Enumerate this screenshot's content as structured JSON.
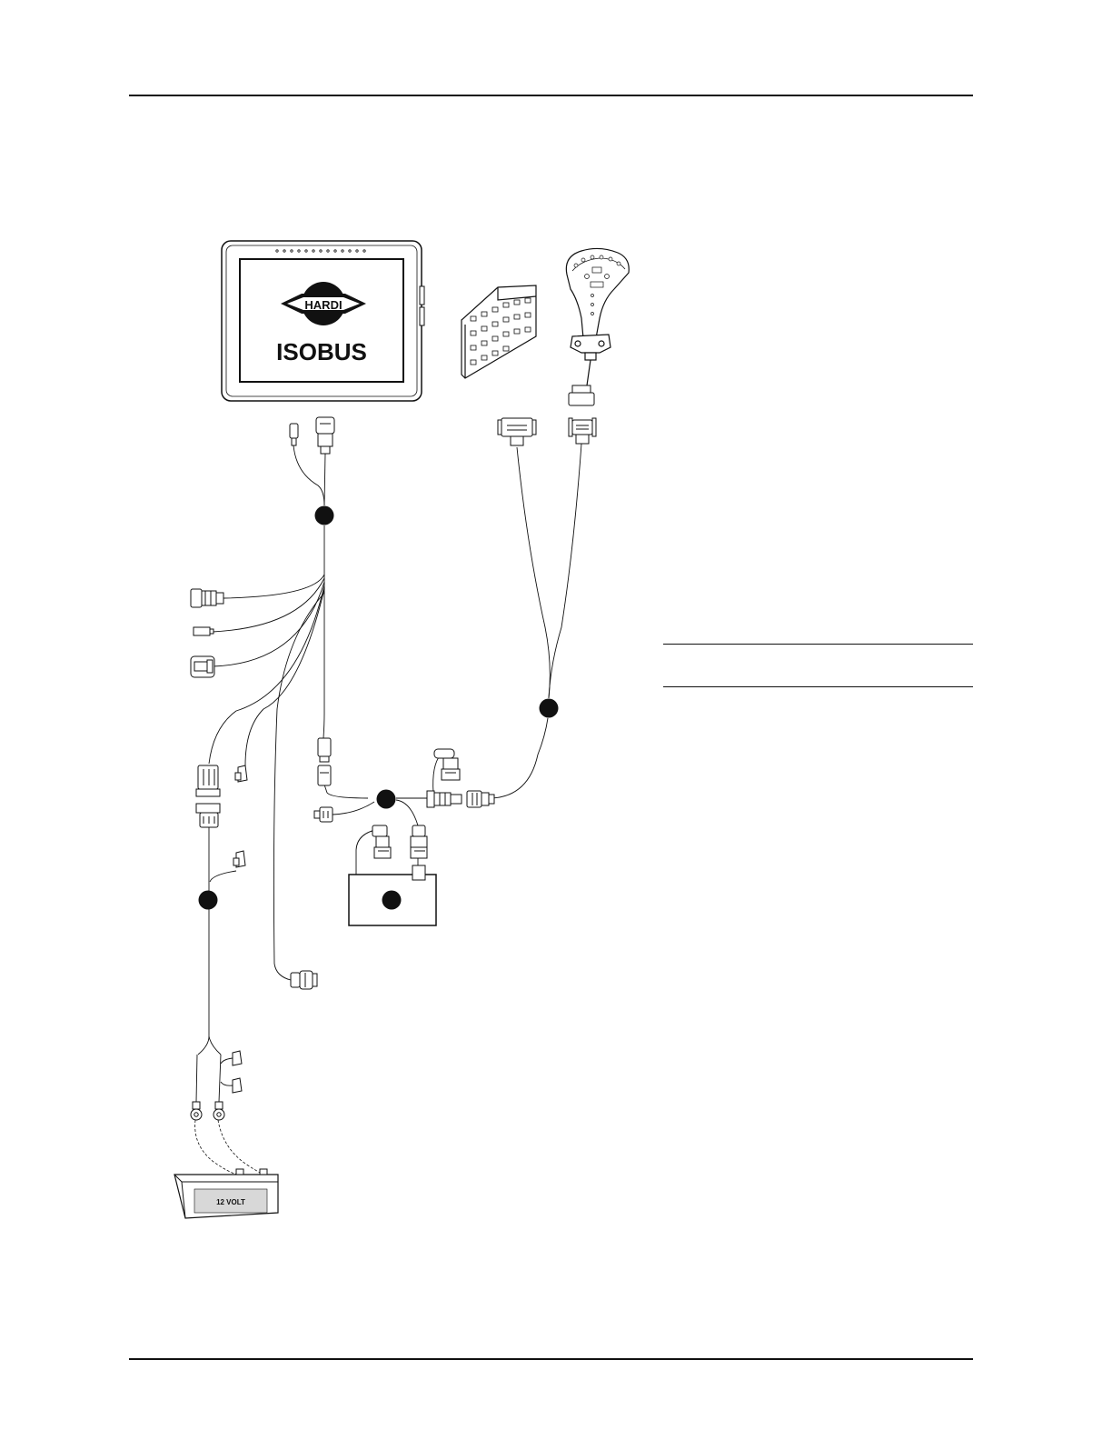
{
  "terminal": {
    "logo": "HARDI",
    "label": "ISOBUS"
  },
  "battery": {
    "label": "12 VOLT"
  },
  "colors": {
    "ink": "#111111",
    "battery_label_bg": "#d8d8d8"
  }
}
